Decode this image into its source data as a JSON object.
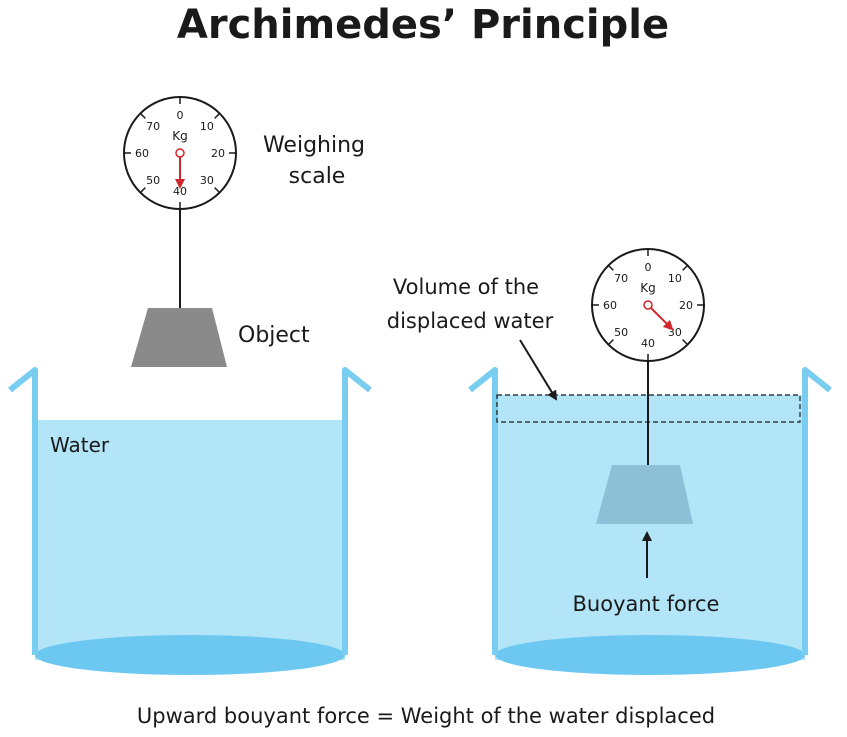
{
  "title": "Archimedes’ Principle",
  "labels": {
    "weighing_scale_line1": "Weighing",
    "weighing_scale_line2": "scale",
    "object": "Object",
    "water": "Water",
    "displaced_line1": "Volume of the",
    "displaced_line2": "displaced water",
    "buoyant_force": "Buoyant force",
    "equation": "Upward bouyant force = Weight of the water displaced"
  },
  "scale": {
    "unit": "Kg",
    "dial_marks": [
      "0",
      "10",
      "20",
      "30",
      "40",
      "50",
      "60",
      "70"
    ],
    "reading_in_air": 40,
    "reading_in_water": 30
  },
  "colors": {
    "water": "#b3e5f8",
    "container": "#78cdf0",
    "container_base": "#6cc8f0",
    "object_in_air": "#8a8a8a",
    "object_submerged": "#8dbfd6",
    "needle": "#d2262c",
    "text": "#1a1a1a"
  },
  "icons": {
    "arrow_to_displaced_volume": "arrow-down-right-icon",
    "buoyant_force_arrow": "arrow-up-icon"
  }
}
